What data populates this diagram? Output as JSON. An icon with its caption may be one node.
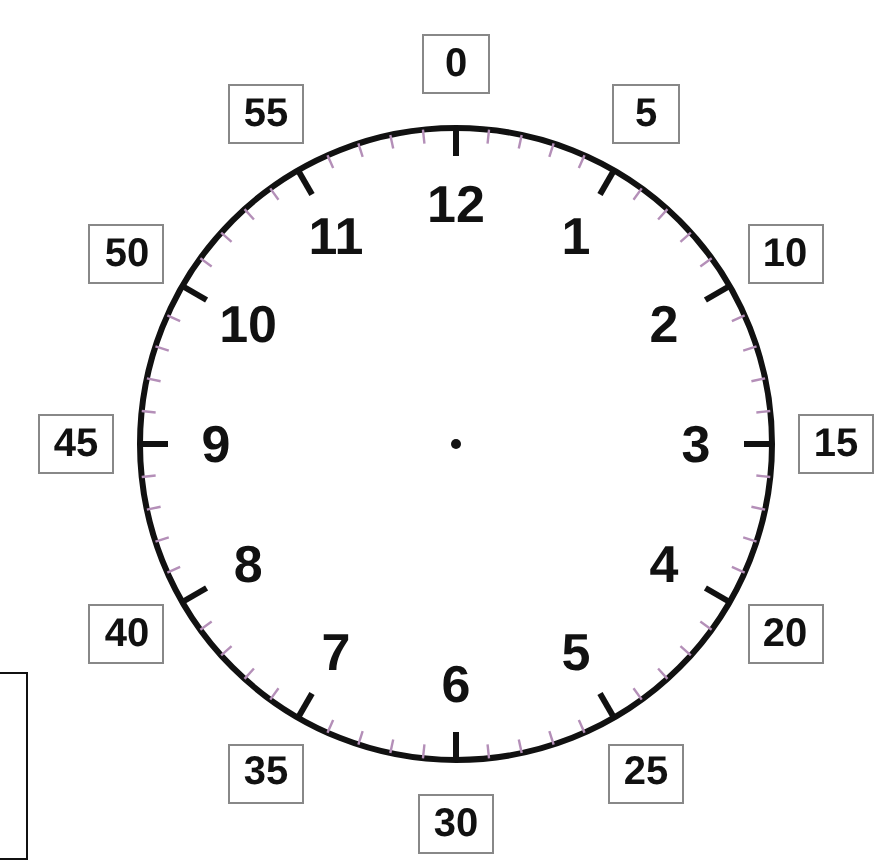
{
  "diagram": {
    "nodes": [
      {
        "text": [
          "12",
          "1",
          "2",
          "3",
          "4",
          "5",
          "6",
          "7",
          "8",
          "9",
          "10",
          "11"
        ]
      },
      {
        "text": [
          "0"
        ]
      },
      {
        "text": [
          "5"
        ]
      },
      {
        "text": [
          "10"
        ]
      },
      {
        "text": [
          "15"
        ]
      },
      {
        "text": [
          "20"
        ]
      },
      {
        "text": [
          "25"
        ]
      },
      {
        "text": [
          "30"
        ]
      },
      {
        "text": [
          "35"
        ]
      },
      {
        "text": [
          "40"
        ]
      },
      {
        "text": [
          "45"
        ]
      },
      {
        "text": [
          "50"
        ]
      },
      {
        "text": [
          "55"
        ]
      },
      {
        "text": [],
        "shape": "box"
      }
    ]
  }
}
